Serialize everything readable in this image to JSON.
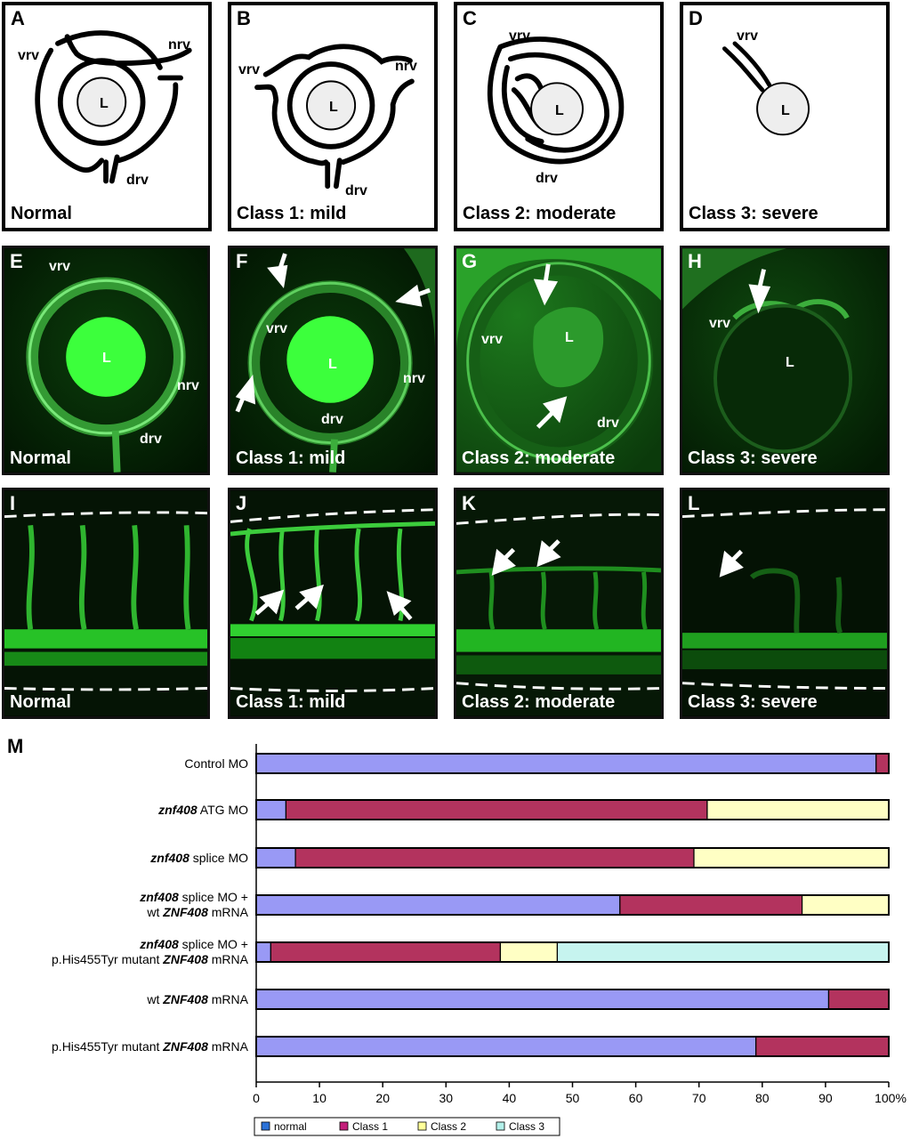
{
  "panels": [
    {
      "letter": "A",
      "caption": "Normal",
      "tags": [
        "vrv",
        "nrv",
        "L",
        "drv"
      ]
    },
    {
      "letter": "B",
      "caption": "Class 1: mild",
      "tags": [
        "vrv",
        "nrv",
        "L",
        "drv"
      ]
    },
    {
      "letter": "C",
      "caption": "Class 2: moderate",
      "tags": [
        "vrv",
        "L",
        "drv"
      ]
    },
    {
      "letter": "D",
      "caption": "Class 3: severe",
      "tags": [
        "vrv",
        "L"
      ]
    },
    {
      "letter": "E",
      "caption": "Normal",
      "tags": [
        "vrv",
        "L",
        "nrv",
        "drv"
      ]
    },
    {
      "letter": "F",
      "caption": "Class 1: mild",
      "tags": [
        "vrv",
        "L",
        "nrv",
        "drv"
      ]
    },
    {
      "letter": "G",
      "caption": "Class 2: moderate",
      "tags": [
        "vrv",
        "L",
        "drv"
      ]
    },
    {
      "letter": "H",
      "caption": "Class 3: severe",
      "tags": [
        "vrv",
        "L"
      ]
    },
    {
      "letter": "I",
      "caption": "Normal"
    },
    {
      "letter": "J",
      "caption": "Class 1: mild"
    },
    {
      "letter": "K",
      "caption": "Class 2: moderate"
    },
    {
      "letter": "L",
      "caption": "Class 3: severe"
    }
  ],
  "chart_label": "M",
  "chart_data": {
    "type": "bar",
    "orientation": "horizontal",
    "stacked": true,
    "categories": [
      [
        "Control MO"
      ],
      [
        "znf408 ATG MO"
      ],
      [
        "znf408 splice MO"
      ],
      [
        "znf408 splice MO +",
        "wt ZNF408 mRNA"
      ],
      [
        "znf408 splice MO +",
        "p.His455Tyr mutant ZNF408 mRNA"
      ],
      [
        "wt ZNF408 mRNA"
      ],
      [
        "p.His455Tyr mutant ZNF408 mRNA"
      ]
    ],
    "series": [
      {
        "name": "normal",
        "values": [
          98,
          4.7,
          6.2,
          57.5,
          2.3,
          90.5,
          79
        ],
        "color": "#9999f5"
      },
      {
        "name": "Class 1",
        "values": [
          2,
          66.6,
          63,
          28.8,
          36.3,
          9.5,
          21
        ],
        "color": "#b3335e"
      },
      {
        "name": "Class 2",
        "values": [
          0,
          28.7,
          30.8,
          13.7,
          9,
          0,
          0
        ],
        "color": "#ffffc4"
      },
      {
        "name": "Class 3",
        "values": [
          0,
          0,
          0,
          0,
          52.4,
          0,
          0
        ],
        "color": "#c6f4ef"
      }
    ],
    "legend_colors": [
      "#2b72d8",
      "#c41e7a",
      "#ffff99",
      "#b3f0ea"
    ],
    "xticks": [
      "0",
      "10",
      "20",
      "30",
      "40",
      "50",
      "60",
      "70",
      "80",
      "90",
      "100%"
    ],
    "xlim": [
      0,
      100
    ],
    "legend": "bottom"
  }
}
